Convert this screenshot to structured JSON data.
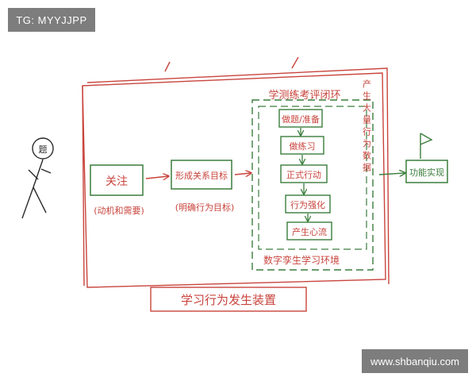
{
  "watermarks": {
    "top_left": "TG: MYYJJPP",
    "bottom_right": "www.shbanqiu.com"
  },
  "diagram": {
    "person_label": "题",
    "outer_device_label": "学习行为发生装置",
    "box_guanzhu": "关注",
    "note_guanzhu": "(动机和需要)",
    "box_mubiao": "形成关系目标",
    "note_mubiao": "(明确行为目标)",
    "loop_title": "学测练考评闭环",
    "loop_steps": [
      "做题/准备",
      "做练习",
      "正式行动",
      "行为强化",
      "产生心流"
    ],
    "side_text": "产生大量行为数据",
    "env_label": "数字孪生学习环境",
    "result_box": "功能实现"
  },
  "colors": {
    "red": "#c8443c",
    "green": "#3a7d3c",
    "ink": "#2a2a2a"
  }
}
